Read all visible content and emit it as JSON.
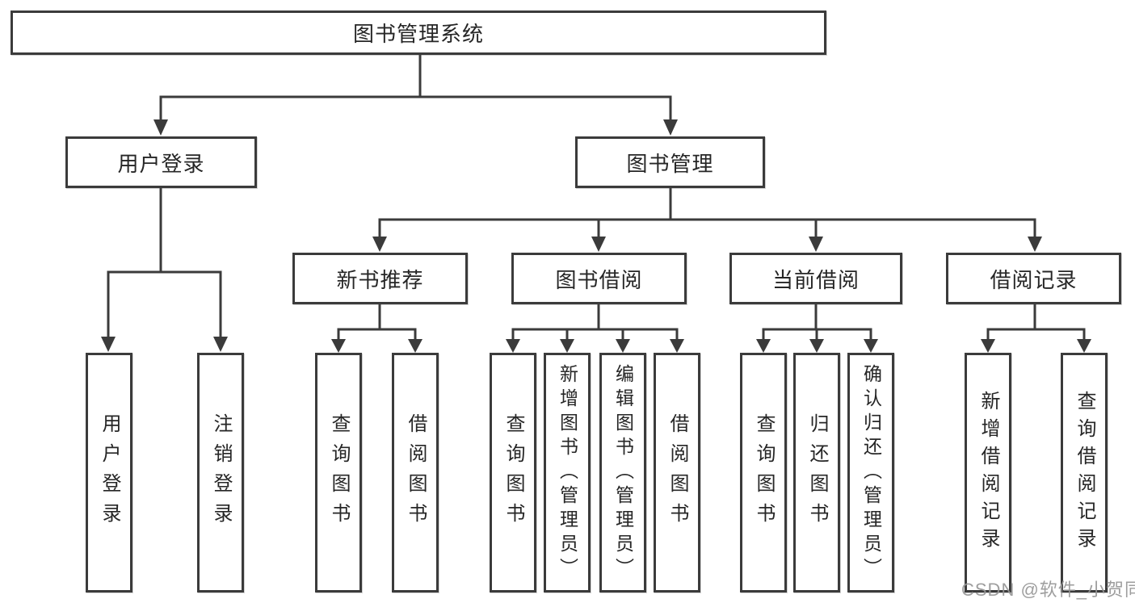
{
  "tree": {
    "label": "图书管理系统",
    "children": [
      {
        "label": "用户登录",
        "children": [
          {
            "label": "用户登录"
          },
          {
            "label": "注销登录"
          }
        ]
      },
      {
        "label": "图书管理",
        "children": [
          {
            "label": "新书推荐",
            "children": [
              {
                "label": "查询图书"
              },
              {
                "label": "借阅图书"
              }
            ]
          },
          {
            "label": "图书借阅",
            "children": [
              {
                "label": "查询图书"
              },
              {
                "label": "新增图书（管理员）"
              },
              {
                "label": "编辑图书（管理员）"
              },
              {
                "label": "借阅图书"
              }
            ]
          },
          {
            "label": "当前借阅",
            "children": [
              {
                "label": "查询图书"
              },
              {
                "label": "归还图书"
              },
              {
                "label": "确认归还（管理员）"
              }
            ]
          },
          {
            "label": "借阅记录",
            "children": [
              {
                "label": "新增借阅记录"
              },
              {
                "label": "查询借阅记录"
              }
            ]
          }
        ]
      }
    ]
  },
  "watermark": {
    "text": "CSDN @软件_小贺同学"
  },
  "colors": {
    "line": "#3b3b3b",
    "border": "#3b3b3b",
    "text": "#262626",
    "background": "#ffffff",
    "watermark": "#969696"
  }
}
